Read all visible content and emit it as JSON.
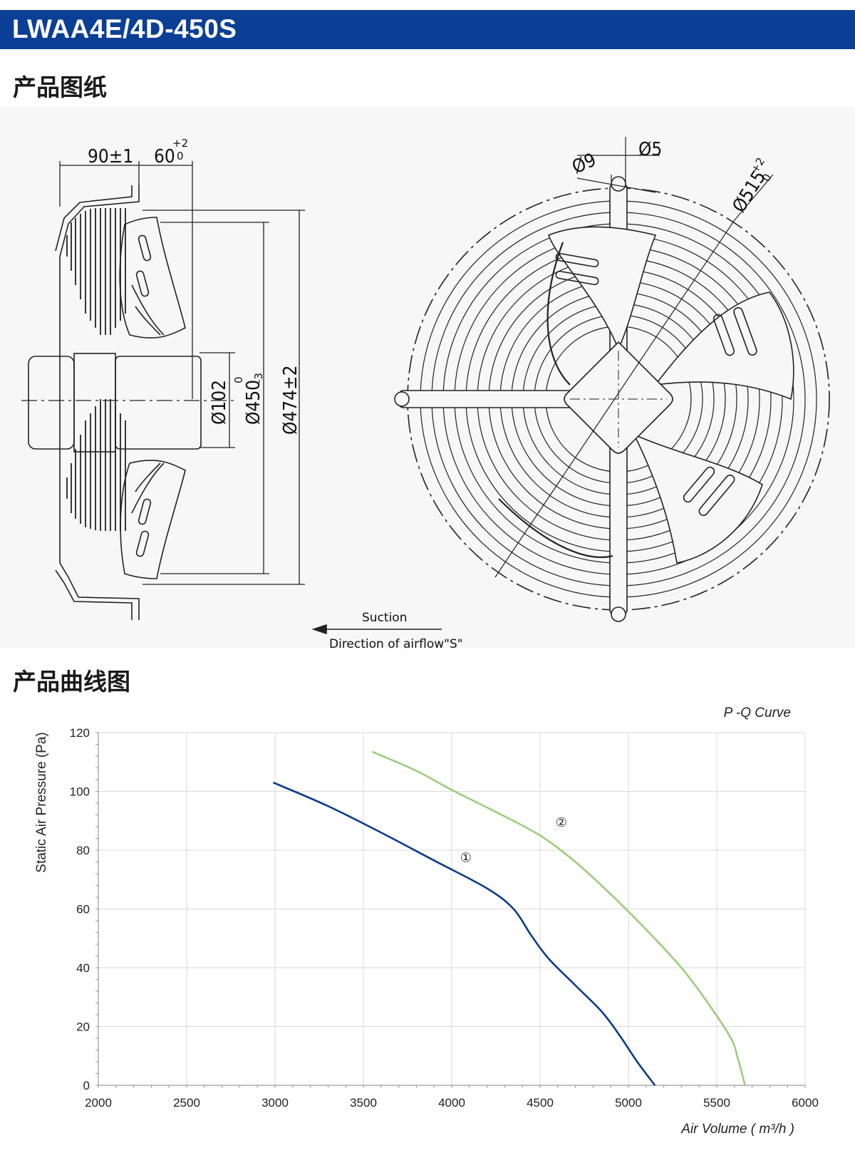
{
  "header": {
    "model": "LWAA4E/4D-450S",
    "color": "#0b3f95"
  },
  "sections": {
    "drawing_title": "产品图纸",
    "curve_title": "产品曲线图"
  },
  "drawing": {
    "side_view": {
      "dim_90": "90±1",
      "dim_60": "60",
      "dim_60_tol_upper": "+2",
      "dim_60_tol_lower": "0",
      "dim_102": "Ø102",
      "dim_450": "Ø450",
      "dim_450_tol_upper": "0",
      "dim_450_tol_lower": "-3",
      "dim_474": "Ø474±2"
    },
    "front_view": {
      "dim_5": "Ø5",
      "dim_9": "Ø9",
      "dim_515": "Ø515",
      "dim_515_tol_upper": "+2",
      "dim_515_tol_lower": "0"
    },
    "airflow": {
      "suction": "Suction",
      "direction": "Direction of airflow\"S\""
    }
  },
  "chart_data": {
    "type": "line",
    "title": "P -Q Curve",
    "xlabel": "Air Volume ( m³/h )",
    "ylabel": "Static Air Pressure  (Pa)",
    "xlim": [
      2000,
      6000
    ],
    "ylim": [
      0,
      120
    ],
    "x_ticks": [
      "2000",
      "2500",
      "3000",
      "3500",
      "4000",
      "4500",
      "5000",
      "5500",
      "6000"
    ],
    "y_ticks": [
      "0",
      "20",
      "40",
      "60",
      "80",
      "100",
      "120"
    ],
    "grid": true,
    "series": [
      {
        "name": "①",
        "color": "#0d3a8c",
        "points": [
          [
            2990,
            103
          ],
          [
            3300,
            95
          ],
          [
            3600,
            86
          ],
          [
            3900,
            76.5
          ],
          [
            4200,
            67
          ],
          [
            4350,
            60
          ],
          [
            4450,
            51
          ],
          [
            4550,
            43
          ],
          [
            4700,
            34
          ],
          [
            4850,
            25
          ],
          [
            4950,
            17
          ],
          [
            5050,
            8
          ],
          [
            5150,
            0
          ]
        ]
      },
      {
        "name": "②",
        "color": "#9acd7a",
        "points": [
          [
            3550,
            113.5
          ],
          [
            3800,
            107
          ],
          [
            4000,
            100.5
          ],
          [
            4250,
            93
          ],
          [
            4500,
            85
          ],
          [
            4700,
            76
          ],
          [
            4900,
            65
          ],
          [
            5100,
            53
          ],
          [
            5300,
            40
          ],
          [
            5450,
            28
          ],
          [
            5580,
            16
          ],
          [
            5620,
            9
          ],
          [
            5660,
            0
          ]
        ]
      }
    ]
  }
}
